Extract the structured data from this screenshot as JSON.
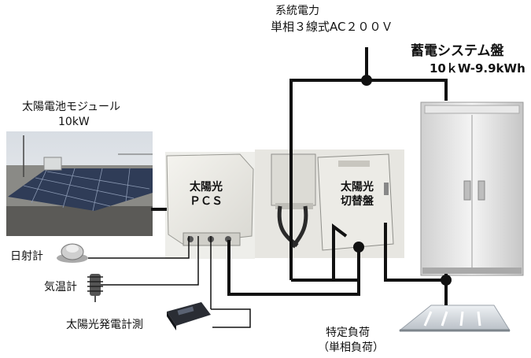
{
  "grid": {
    "label_line1": "系統電力",
    "label_line2": "単相３線式AC２００Ｖ"
  },
  "storage": {
    "title": "蓄電システム盤",
    "capacity": "10ｋW-9.9kWh"
  },
  "solar_module": {
    "line1": "太陽電池モジュール",
    "line2": "10kW"
  },
  "pcs": {
    "line1": "太陽光",
    "line2": "ＰＣＳ"
  },
  "switch_panel": {
    "line1": "太陽光",
    "line2": "切替盤"
  },
  "sensors": {
    "pyranometer": "日射計",
    "thermometer": "気温計",
    "meter": "太陽光発電計測"
  },
  "load": {
    "line1": "特定負荷",
    "line2": "（単相負荷）"
  },
  "colors": {
    "wire": "#111111",
    "text": "#111111"
  }
}
